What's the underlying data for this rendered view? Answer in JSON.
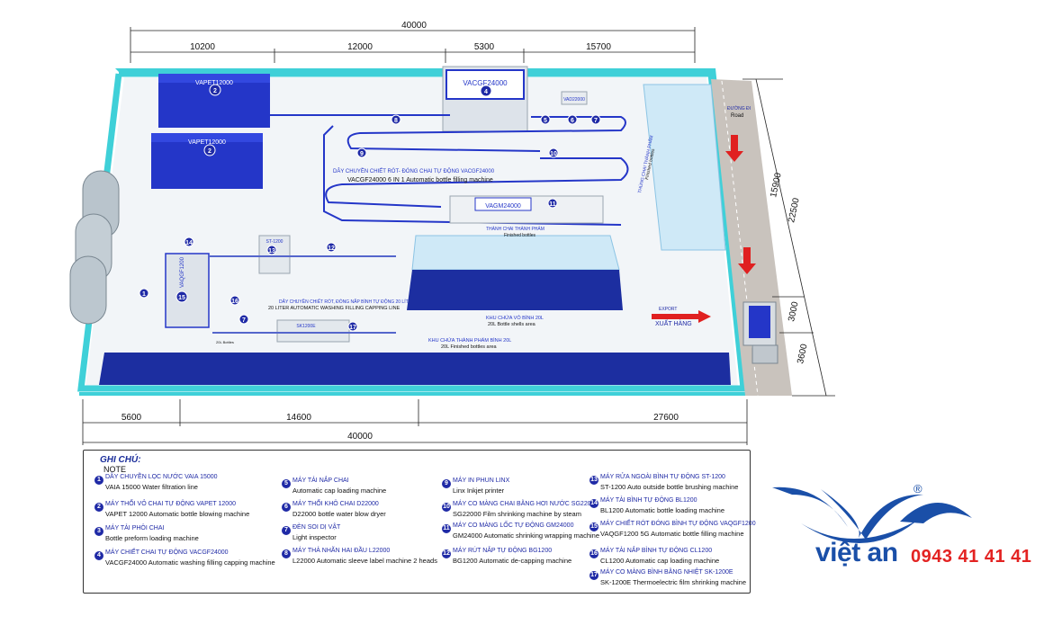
{
  "dimensions": {
    "top_total": "40000",
    "top_segments": [
      "10200",
      "12000",
      "5300",
      "15700"
    ],
    "bottom_segments": [
      "5600",
      "14600",
      "27600"
    ],
    "bottom_total": "40000",
    "right_segments": [
      "15900",
      "22500",
      "3000",
      "3600"
    ]
  },
  "machines": {
    "vapet_top": "VAPET12000",
    "vapet_bottom": "VAPET12000",
    "vacgf": "VACGF24000",
    "vagm": "VAGM24000",
    "st": "ST-1200",
    "vaqgf": "VAQGF1200",
    "sk": "SK1200E",
    "vad": "VAD22000"
  },
  "area_labels": {
    "line_vn": "DÂY CHUYỀN CHIẾT RÓT- ĐÓNG CHAI TỰ ĐỘNG VACGF24000",
    "line_en": "VACGF24000 6 IN 1 Automatic bottle filling machine",
    "finished_vn": "THÀNH CHAI THÀNH PHẨM",
    "finished_en": "Finished bottles",
    "finished_vn2": "THÙNG CHAI THÀNH PHẨM",
    "finished_en2": "Finished bottles",
    "line20_vn": "DÂY CHUYỀN CHIẾT RÓT, ĐÓNG NẮP BÌNH TỰ ĐỘNG 20 LÍT",
    "line20_en": "20 LITER AUTOMATIC WASHING FILLING CAPPING LINE",
    "shells_vn": "KHU CHỨA VỎ BÌNH 20L",
    "shells_en": "20L Bottle shells area",
    "fin20_vn": "KHU CHỨA THÀNH PHẨM BÌNH 20L",
    "fin20_en": "20L Finished bottles area",
    "road_vn": "ĐƯỜNG ĐI",
    "road_en": "Road",
    "export_vn": "XUẤT HÀNG",
    "export_en": "EXPORT",
    "small_label": "20L Bottles"
  },
  "note": {
    "title": "GHI CHÚ:",
    "subtitle": "NOTE",
    "items": [
      {
        "n": "1",
        "vn": "DÂY CHUYỀN LỌC NƯỚC VAIA 15000",
        "en": "VAIA 15000 Water filtration line"
      },
      {
        "n": "2",
        "vn": "MÁY THỔI VỎ CHAI TỰ ĐỘNG VAPET 12000",
        "en": "VAPET 12000 Automatic bottle blowing machine"
      },
      {
        "n": "3",
        "vn": "MÁY TẢI PHÔI CHAI",
        "en": "Bottle preform loading machine"
      },
      {
        "n": "4",
        "vn": "MÁY CHIẾT CHAI TỰ ĐỘNG VACGF24000",
        "en": "VACGF24000 Automatic washing filling capping machine"
      },
      {
        "n": "5",
        "vn": "MÁY TẢI NẮP CHAI",
        "en": "Automatic cap loading machine"
      },
      {
        "n": "6",
        "vn": "MÁY THỔI KHÔ CHAI D22000",
        "en": "D22000 bottle water blow dryer"
      },
      {
        "n": "7",
        "vn": "ĐÈN SOI DỊ VẬT",
        "en": "Light inspector"
      },
      {
        "n": "8",
        "vn": "MÁY THẢ NHÃN HAI ĐẦU L22000",
        "en": "L22000 Automatic sleeve label machine 2 heads"
      },
      {
        "n": "9",
        "vn": "MÁY IN PHUN LINX",
        "en": "Linx Inkjet printer"
      },
      {
        "n": "10",
        "vn": "MÁY CO MÀNG CHAI BẰNG HƠI NƯỚC SG22000",
        "en": "SG22000 Film shrinking machine by steam"
      },
      {
        "n": "11",
        "vn": "MÁY CO MÀNG LỐC TỰ ĐỘNG GM24000",
        "en": "GM24000 Automatic shrinking wrapping machine"
      },
      {
        "n": "12",
        "vn": "MÁY RÚT NẮP TỰ ĐỘNG BG1200",
        "en": "BG1200 Automatic de-capping machine"
      },
      {
        "n": "13",
        "vn": "MÁY RỬA NGOÀI BÌNH TỰ ĐỘNG ST-1200",
        "en": "ST-1200 Auto outside bottle brushing machine"
      },
      {
        "n": "14",
        "vn": "MÁY TẢI BÌNH TỰ ĐỘNG BL1200",
        "en": "BL1200 Automatic bottle loading machine"
      },
      {
        "n": "15",
        "vn": "MÁY CHIẾT RÓT ĐÓNG BÌNH TỰ ĐỘNG VAQGF1200",
        "en": "VAQGF1200 5G Automatic bottle filling machine"
      },
      {
        "n": "16",
        "vn": "MÁY TẢI NẮP BÌNH TỰ ĐỘNG CL1200",
        "en": "CL1200 Automatic cap loading machine"
      },
      {
        "n": "17",
        "vn": "MÁY CO MÀNG BÌNH BẰNG NHIỆT SK-1200E",
        "en": "SK-1200E Thermoelectric film shrinking machine"
      }
    ]
  },
  "brand": {
    "name": "việt an",
    "phone": "0943 41 41 41",
    "registered": "®"
  },
  "colors": {
    "wall": "#3fd0d8",
    "floor": "#f2f5f8",
    "machine_blue": "#2436c8",
    "crate_blue": "#1c2ea0",
    "brand_blue": "#1a4fa8",
    "phone_red": "#e32322"
  }
}
